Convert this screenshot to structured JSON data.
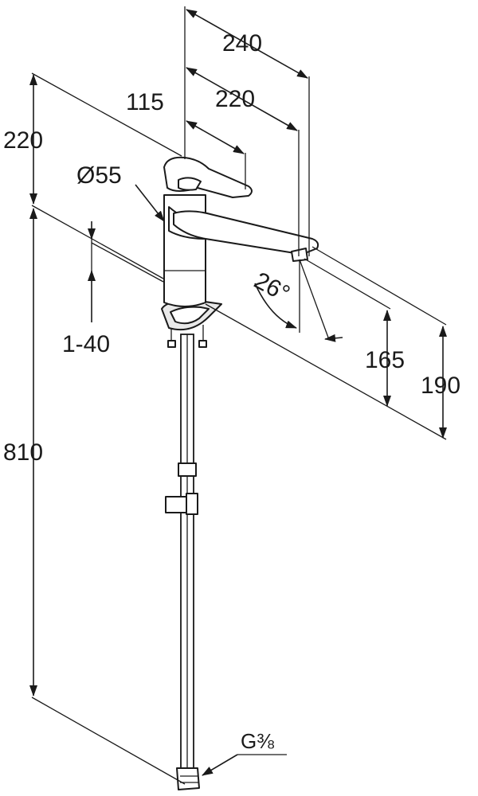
{
  "diagram": {
    "dimensions": {
      "d240": "240",
      "d220_top": "220",
      "d115": "115",
      "d220_left": "220",
      "diameter": "Ø55",
      "range": "1-40",
      "angle": "26°",
      "d165": "165",
      "d190": "190",
      "d810": "810",
      "thread": "G⅜"
    },
    "colors": {
      "line": "#1a1a1a",
      "background": "#ffffff"
    }
  }
}
